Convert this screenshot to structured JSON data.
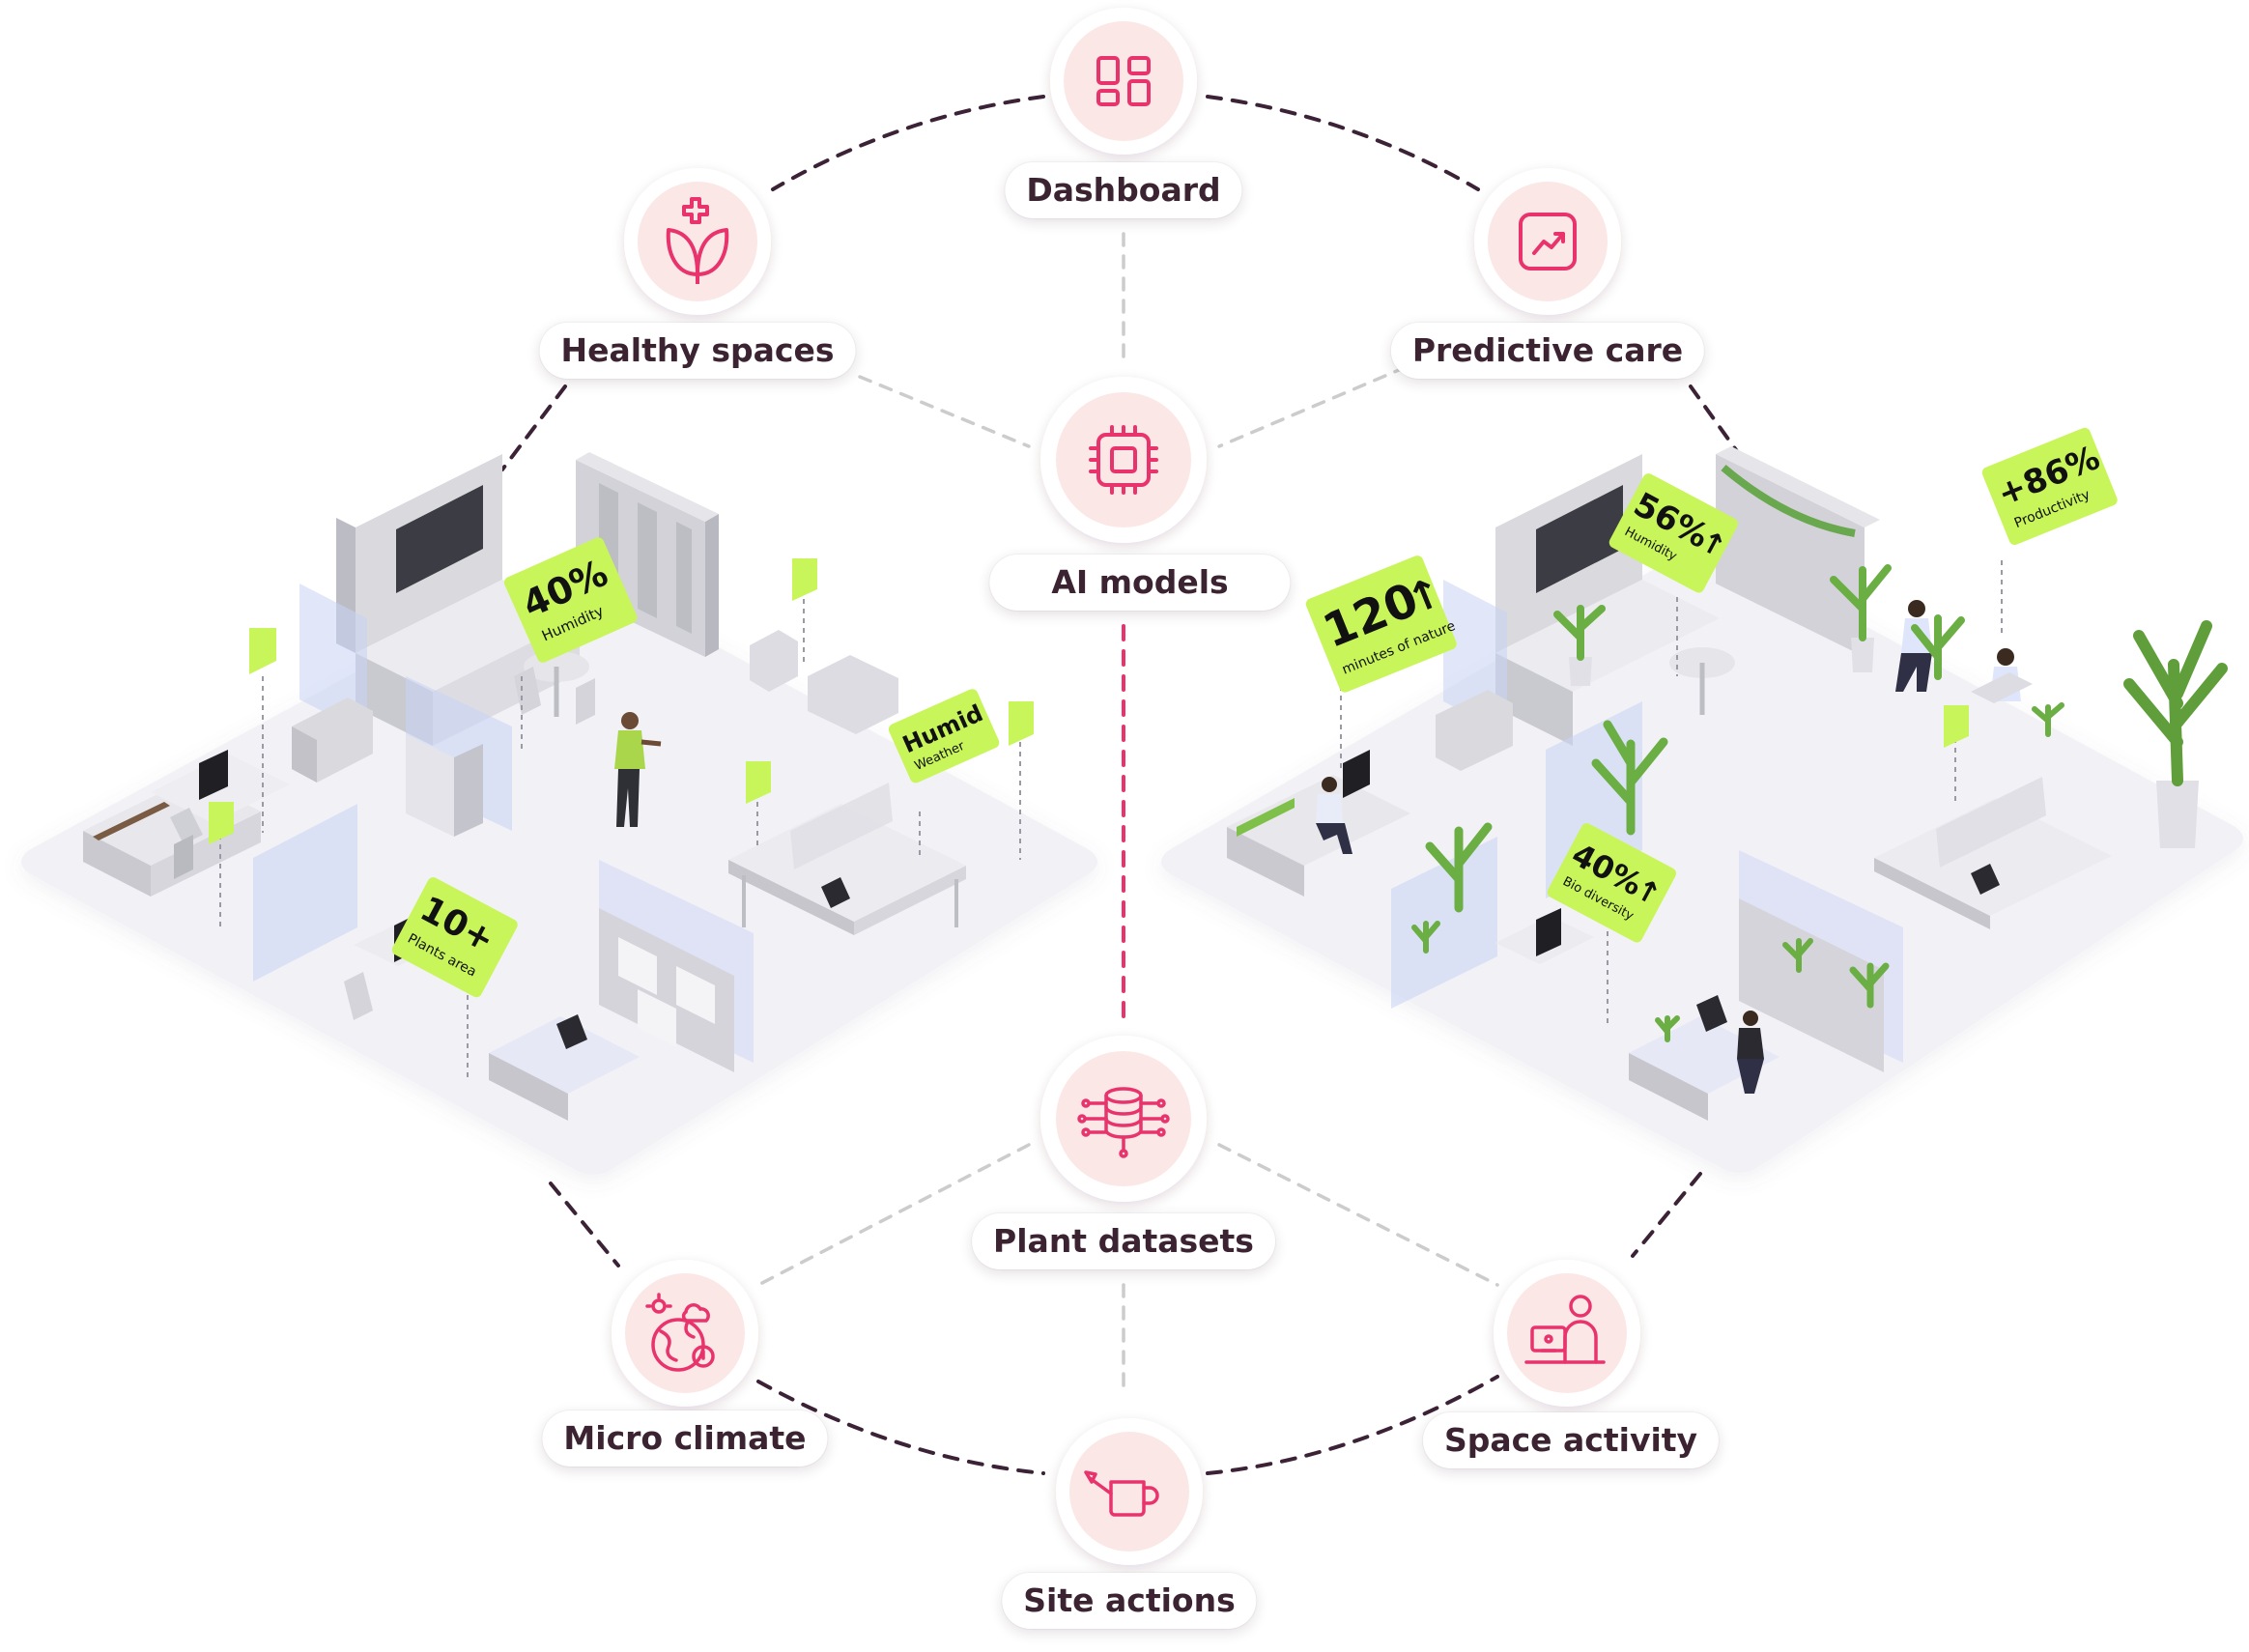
{
  "nodes": {
    "dashboard": {
      "label": "Dashboard",
      "icon": "dashboard-grid-icon"
    },
    "healthy_spaces": {
      "label": "Healthy spaces",
      "icon": "plant-health-icon"
    },
    "predictive_care": {
      "label": "Predictive care",
      "icon": "trend-chart-icon"
    },
    "ai_models": {
      "label": "AI models",
      "icon": "chip-icon"
    },
    "plant_datasets": {
      "label": "Plant datasets",
      "icon": "database-network-icon"
    },
    "micro_climate": {
      "label": "Micro climate",
      "icon": "globe-weather-icon"
    },
    "space_activity": {
      "label": "Space activity",
      "icon": "person-at-desk-icon"
    },
    "site_actions": {
      "label": "Site actions",
      "icon": "watering-can-icon"
    }
  },
  "metrics": {
    "left_humidity": {
      "value": "40%",
      "label": "Humidity"
    },
    "left_weather": {
      "value": "Humid",
      "label": "Weather"
    },
    "left_plants": {
      "value": "10+",
      "label": "Plants area"
    },
    "right_nature": {
      "value": "120",
      "arrow": "↑",
      "label": "minutes of nature"
    },
    "right_humidity": {
      "value": "56%",
      "arrow": "↑",
      "label": "Humidity"
    },
    "right_productivity": {
      "value": "+86%",
      "label": "Productivity"
    },
    "right_biodiversity": {
      "value": "40%",
      "arrow": "↑",
      "label": "Bio diversity"
    }
  },
  "colors": {
    "accent_pink": "#e8336d",
    "icon_bg": "#fbe8e6",
    "metric_green": "#c8f55a",
    "dash_dark": "#3c2236",
    "dash_light": "#cccccc",
    "dash_pink": "#e8336d",
    "floor": "#f1f0f6"
  }
}
